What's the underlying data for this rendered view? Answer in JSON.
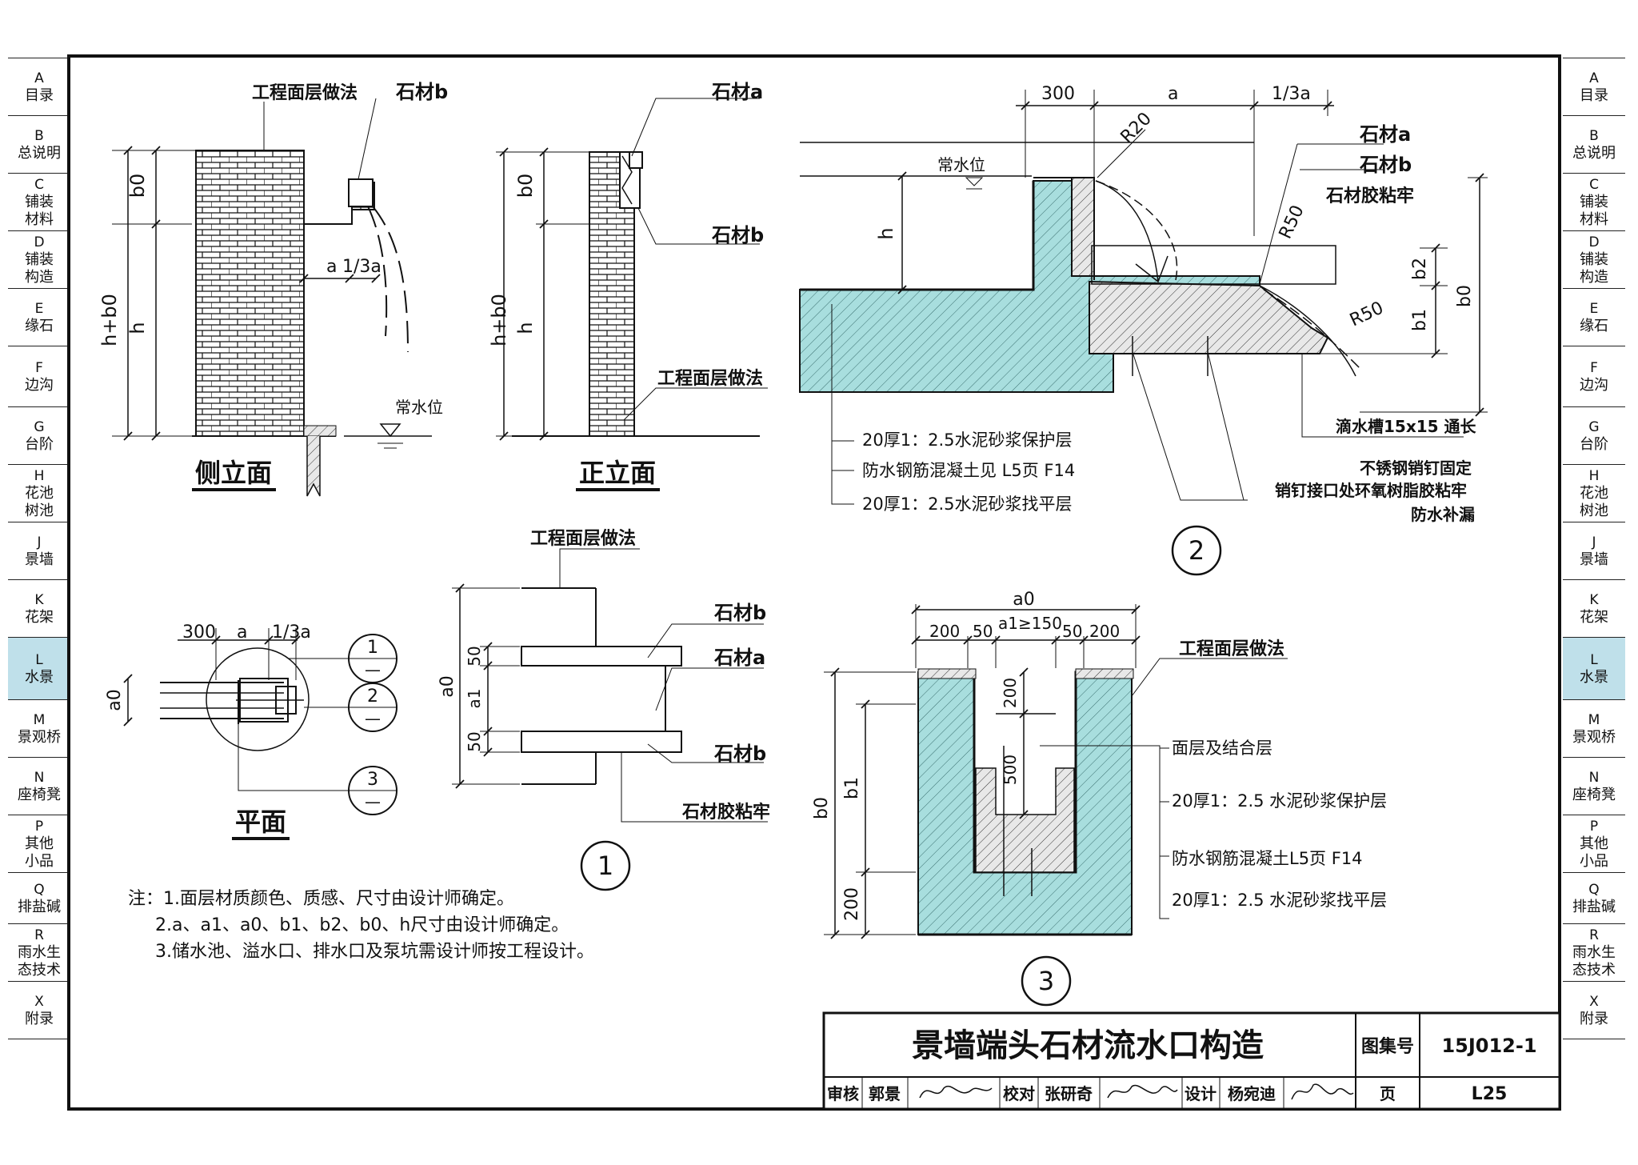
{
  "sidebar": [
    {
      "letter": "A",
      "label": "目录",
      "lines": [
        "目录"
      ]
    },
    {
      "letter": "B",
      "label": "总说明",
      "lines": [
        "总说明"
      ]
    },
    {
      "letter": "C",
      "label": "铺装材料",
      "lines": [
        "铺装",
        "材料"
      ]
    },
    {
      "letter": "D",
      "label": "铺装构造",
      "lines": [
        "铺装",
        "构造"
      ]
    },
    {
      "letter": "E",
      "label": "缘石",
      "lines": [
        "缘石"
      ]
    },
    {
      "letter": "F",
      "label": "边沟",
      "lines": [
        "边沟"
      ]
    },
    {
      "letter": "G",
      "label": "台阶",
      "lines": [
        "台阶"
      ]
    },
    {
      "letter": "H",
      "label": "花池树池",
      "lines": [
        "花池",
        "树池"
      ]
    },
    {
      "letter": "J",
      "label": "景墙",
      "lines": [
        "景墙"
      ]
    },
    {
      "letter": "K",
      "label": "花架",
      "lines": [
        "花架"
      ]
    },
    {
      "letter": "L",
      "label": "水景",
      "lines": [
        "水景"
      ],
      "active": true
    },
    {
      "letter": "M",
      "label": "景观桥",
      "lines": [
        "景观桥"
      ]
    },
    {
      "letter": "N",
      "label": "座椅凳",
      "lines": [
        "座椅凳"
      ]
    },
    {
      "letter": "P",
      "label": "其他小品",
      "lines": [
        "其他",
        "小品"
      ]
    },
    {
      "letter": "Q",
      "label": "排盐碱",
      "lines": [
        "排盐碱"
      ]
    },
    {
      "letter": "R",
      "label": "雨水生态技术",
      "lines": [
        "雨水生",
        "态技术"
      ]
    },
    {
      "letter": "X",
      "label": "附录",
      "lines": [
        "附录"
      ]
    }
  ],
  "side_elevation": {
    "title": "侧立面",
    "label_finish": "工程面层做法",
    "label_stone_b": "石材b",
    "label_water": "常水位",
    "dim_b0": "b0",
    "dim_h": "h",
    "dim_hb0": "h+b0",
    "dim_a": "a",
    "dim_third": "1/3a"
  },
  "front_elevation": {
    "title": "正立面",
    "label_stone_a": "石材a",
    "label_stone_b": "石材b",
    "label_finish": "工程面层做法",
    "dim_b0": "b0",
    "dim_h": "h",
    "dim_hb0": "h+b0"
  },
  "plan": {
    "title": "平面",
    "dim_300": "300",
    "dim_a": "a",
    "dim_third": "1/3a",
    "dim_a0": "a0",
    "callouts": [
      "1",
      "2",
      "3"
    ],
    "callout_dash": "—"
  },
  "detail1": {
    "number": "1",
    "label_finish": "工程面层做法",
    "label_stone_b_top": "石材b",
    "label_stone_a": "石材a",
    "label_stone_b_bottom": "石材b",
    "label_glue": "石材胶粘牢",
    "dim_a0": "a0",
    "dim_50_top": "50",
    "dim_a1": "a1",
    "dim_50_bottom": "50"
  },
  "detail2": {
    "number": "2",
    "dim_300": "300",
    "dim_a": "a",
    "dim_third": "1/3a",
    "r20": "R20",
    "r50_top": "R50",
    "r50_bottom": "R50",
    "label_water": "常水位",
    "dim_h": "h",
    "label_stone_a": "石材a",
    "label_stone_b": "石材b",
    "label_glue": "石材胶粘牢",
    "dim_b2": "b2",
    "dim_b1": "b1",
    "dim_b0": "b0",
    "label_drip": "滴水槽15x15 通长",
    "layers": [
      "20厚1：2.5水泥砂浆保护层",
      "防水钢筋混凝土见 L5页 F14",
      "20厚1：2.5水泥砂浆找平层"
    ],
    "label_nail": "不锈钢销钉固定",
    "label_epoxy": "销钉接口处环氧树脂胶粘牢",
    "label_patch": "防水补漏"
  },
  "detail3": {
    "number": "3",
    "dim_a0": "a0",
    "dim_200_left": "200",
    "dim_50_left": "50",
    "dim_a1": "a1≥150",
    "dim_50_right": "50",
    "dim_200_right": "200",
    "dim_200_inner": "200",
    "dim_500": "500",
    "dim_b0": "b0",
    "dim_b1": "b1",
    "dim_200_bottom": "200",
    "label_finish": "工程面层做法",
    "layers": [
      "面层及结合层",
      "20厚1：2.5 水泥砂浆保护层",
      "防水钢筋混凝土L5页 F14",
      "20厚1：2.5 水泥砂浆找平层"
    ]
  },
  "notes": [
    "注：1.面层材质颜色、质感、尺寸由设计师确定。",
    "2.a、a1、a0、b1、b2、b0、h尺寸由设计师确定。",
    "3.储水池、溢水口、排水口及泵坑需设计师按工程设计。"
  ],
  "title_block": {
    "title": "景墙端头石材流水口构造",
    "atlas_label": "图集号",
    "atlas_value": "15J012-1",
    "review_label": "审核",
    "review_name": "郭景",
    "review_sign": "",
    "check_label": "校对",
    "check_name": "张研奇",
    "design_label": "设计",
    "design_name": "杨宛迪",
    "page_label": "页",
    "page_value": "L25"
  },
  "colors": {
    "concrete": "#a8dede",
    "active_tab": "#bfe0ea",
    "line": "#111111"
  }
}
